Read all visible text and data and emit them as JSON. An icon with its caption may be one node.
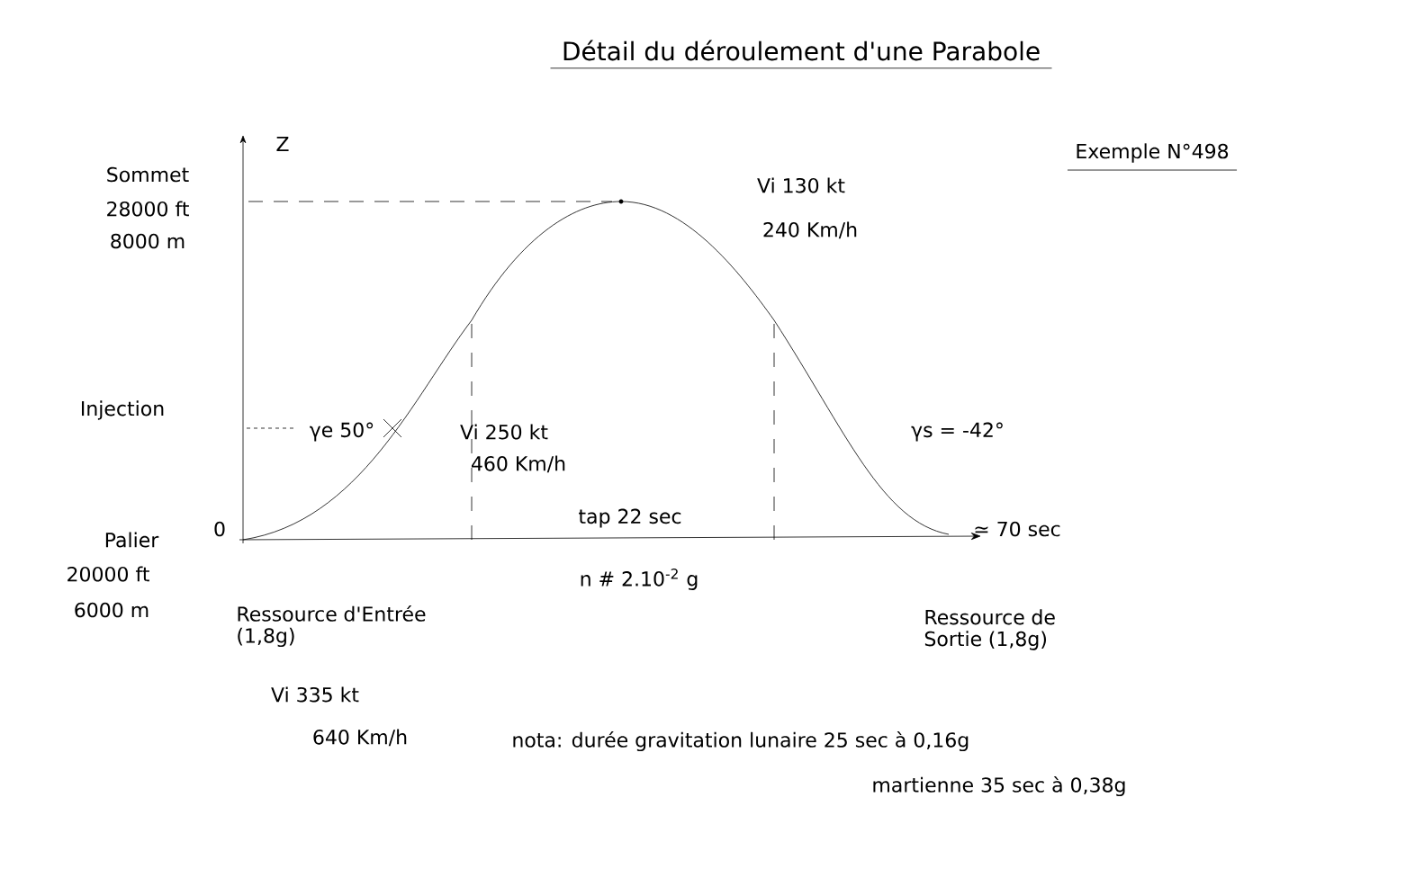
{
  "diagram": {
    "title": "Détail du déroulement d'une Parabole",
    "labels": [
      "Exemple N°498",
      "Z",
      "Sommet",
      "28000 ft",
      "8000 m",
      "Vi 130 kt",
      "240 Km/h",
      "Injection",
      "γe 50°",
      "Vi 250 kt",
      "460 Km/h",
      "γs = -42°",
      "0",
      "Palier",
      "20000 ft",
      "6000 m",
      "tap 22 sec",
      "n # 2.10$^{-2}$ g",
      "≃ 70 sec",
      "Ressource d'Entrée (1,8g)",
      "Vi 335 kt",
      "640 Km/h",
      "Ressource de Sortie (1,8g)",
      "nota: durée gravitation lunaire 25 sec à 0,16g",
      "martienne 35 sec à 0,38g"
    ]
  }
}
